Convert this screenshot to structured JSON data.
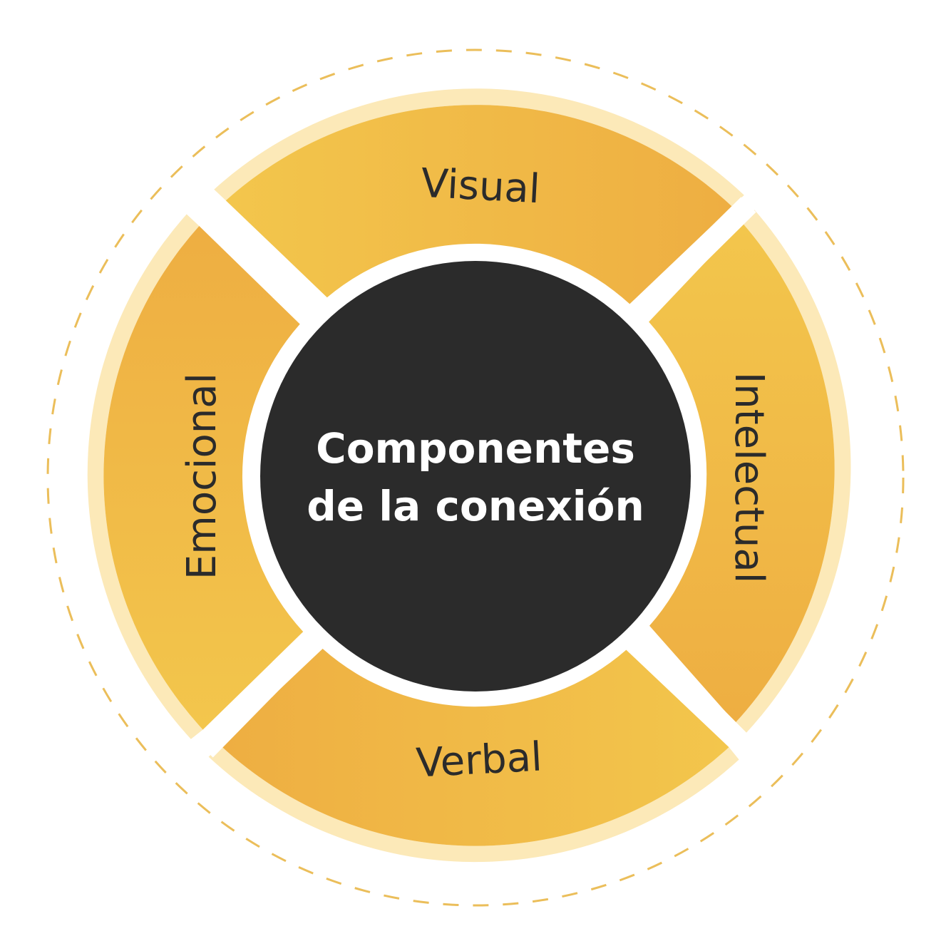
{
  "center": {
    "line1": "Componentes",
    "line2": "de la conexión"
  },
  "segments": [
    {
      "id": "visual",
      "label": "Visual"
    },
    {
      "id": "intelectual",
      "label": "Intelectual"
    },
    {
      "id": "verbal",
      "label": "Verbal"
    },
    {
      "id": "emocional",
      "label": "Emocional"
    }
  ],
  "colors": {
    "segment_light": "#f3c64c",
    "segment_dark": "#eeae42",
    "outer_band": "#fce9b8",
    "center_fill": "#2b2b2b",
    "dashed_ring": "#ebbe5a",
    "label_text": "#2b2b2b",
    "center_text": "#ffffff"
  }
}
